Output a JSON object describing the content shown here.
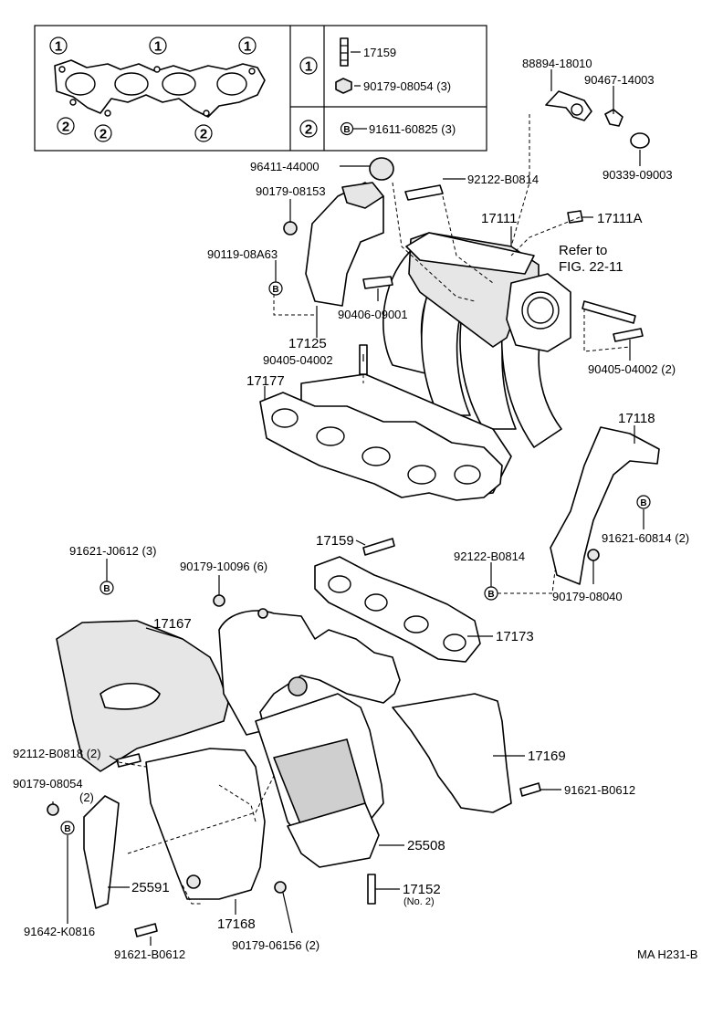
{
  "legend": {
    "marker_1": "1",
    "marker_2": "2",
    "row1": {
      "part_a": "17159",
      "part_b": "90179-08054 (3)"
    },
    "row2": {
      "bolt_mark": "B",
      "part": "91611-60825 (3)"
    }
  },
  "bolt_mark": "B",
  "labels": {
    "p88894": "88894-18010",
    "p90467": "90467-14003",
    "p90339": "90339-09003",
    "p96411": "96411-44000",
    "p92122a": "92122-B0814",
    "p90179_08153": "90179-08153",
    "p17111": "17111",
    "p17111A": "17111A",
    "p90119": "90119-08A63",
    "refer1": "Refer to",
    "refer2": "FIG. 22-11",
    "p90406": "90406-09001",
    "p17125": "17125",
    "p90405a": "90405-04002",
    "p90405b": "90405-04002 (2)",
    "p17177": "17177",
    "p17118": "17118",
    "p91621_J0612": "91621-J0612 (3)",
    "p17159b": "17159",
    "p92122b": "92122-B0814",
    "p91621_60814": "91621-60814 (2)",
    "p90179_10096": "90179-10096 (6)",
    "p90179_08040": "90179-08040",
    "p17167": "17167",
    "p17173": "17173",
    "p92112": "92112-B0818 (2)",
    "p17169": "17169",
    "p90179_08054b": "90179-08054",
    "p90179_08054b_qty": "(2)",
    "p91621_B0612a": "91621-B0612",
    "p25508": "25508",
    "p25591": "25591",
    "p17152": "17152",
    "p17152_note": "(No. 2)",
    "p17168": "17168",
    "p91642": "91642-K0816",
    "p90179_06156": "90179-06156 (2)",
    "p91621_B0612b": "91621-B0612",
    "figure_code": "MA H231-B"
  }
}
